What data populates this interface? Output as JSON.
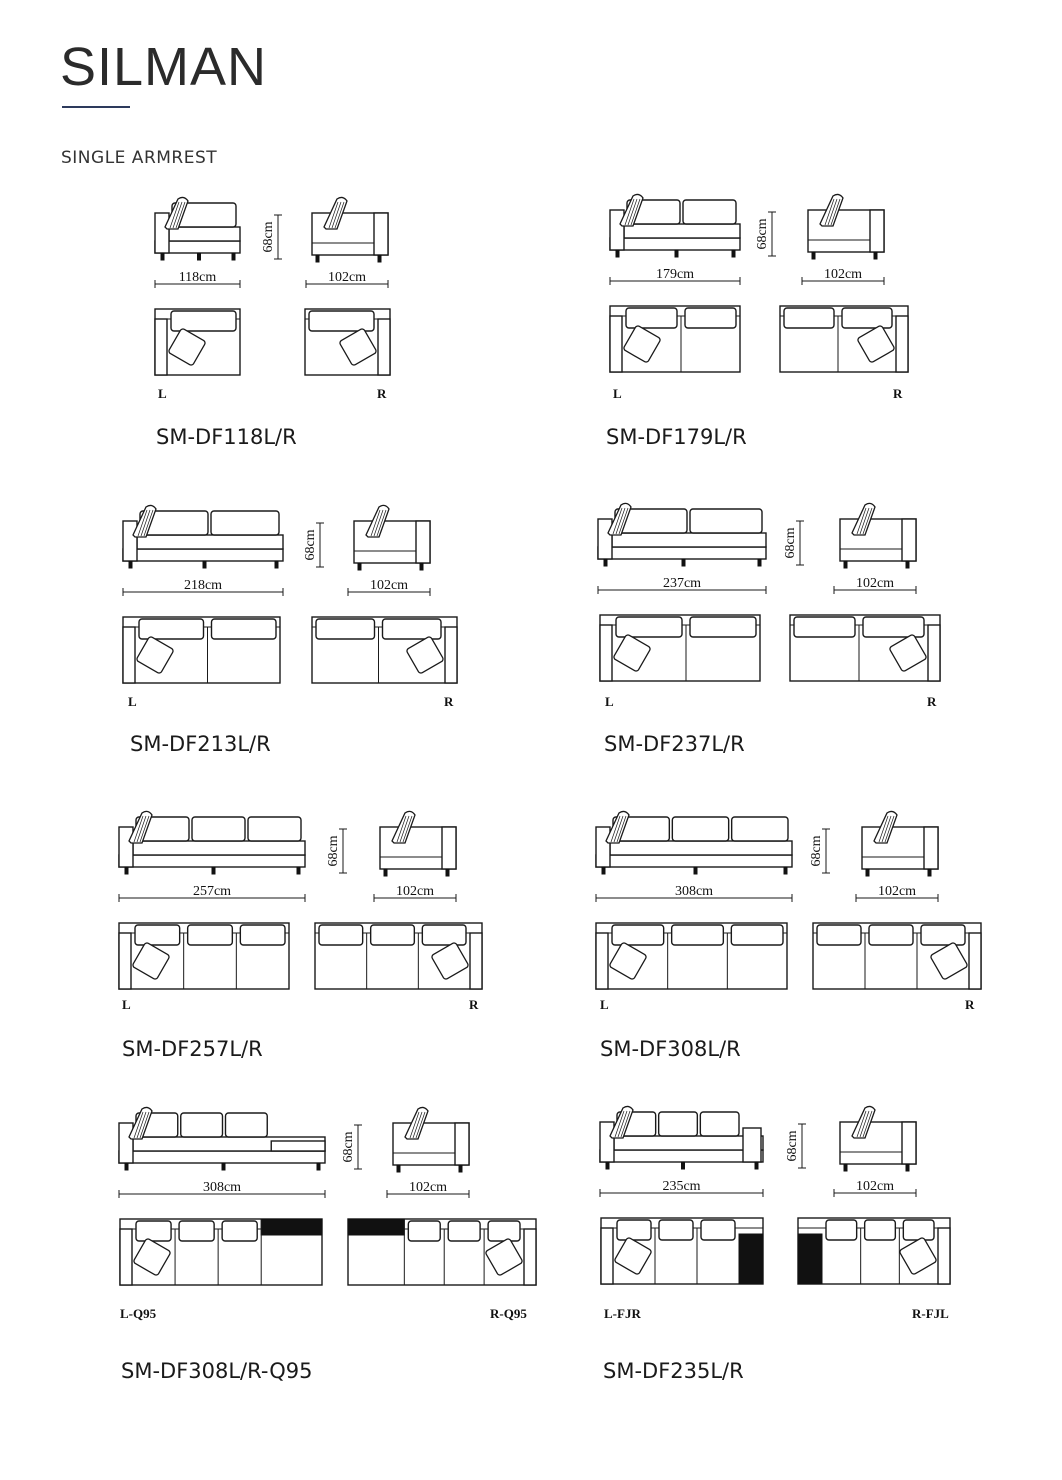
{
  "header": {
    "brand": "SILMAN",
    "section": "SINGLE ARMREST"
  },
  "products": [
    {
      "code": "SM-DF118L/R",
      "width_label": "118cm",
      "height_label": "68cm",
      "module_label": "102cm",
      "left_label": "L",
      "right_label": "R",
      "seats": 1,
      "variant": "plain",
      "end_label": ""
    },
    {
      "code": "SM-DF179L/R",
      "width_label": "179cm",
      "height_label": "68cm",
      "module_label": "102cm",
      "left_label": "L",
      "right_label": "R",
      "seats": 2,
      "variant": "plain",
      "end_label": ""
    },
    {
      "code": "SM-DF213L/R",
      "width_label": "218cm",
      "height_label": "68cm",
      "module_label": "102cm",
      "left_label": "L",
      "right_label": "R",
      "seats": 2,
      "variant": "plain",
      "end_label": ""
    },
    {
      "code": "SM-DF237L/R",
      "width_label": "237cm",
      "height_label": "68cm",
      "module_label": "102cm",
      "left_label": "L",
      "right_label": "R",
      "seats": 2,
      "variant": "plain",
      "end_label": ""
    },
    {
      "code": "SM-DF257L/R",
      "width_label": "257cm",
      "height_label": "68cm",
      "module_label": "102cm",
      "left_label": "L",
      "right_label": "R",
      "seats": 3,
      "variant": "plain",
      "end_label": ""
    },
    {
      "code": "SM-DF308L/R",
      "width_label": "308cm",
      "height_label": "68cm",
      "module_label": "102cm",
      "left_label": "L",
      "right_label": "R",
      "seats": 3,
      "variant": "plain",
      "end_label": ""
    },
    {
      "code": "SM-DF308L/R-Q95",
      "width_label": "308cm",
      "height_label": "68cm",
      "module_label": "102cm",
      "left_label": "L-Q95",
      "right_label": "R-Q95",
      "seats": 3,
      "variant": "ottoman",
      "end_label": ""
    },
    {
      "code": "SM-DF235L/R",
      "width_label": "235cm",
      "height_label": "68cm",
      "module_label": "102cm",
      "left_label": "L-FJR",
      "right_label": "R-FJL",
      "seats": 3,
      "variant": "sidetable",
      "end_label": ""
    }
  ]
}
